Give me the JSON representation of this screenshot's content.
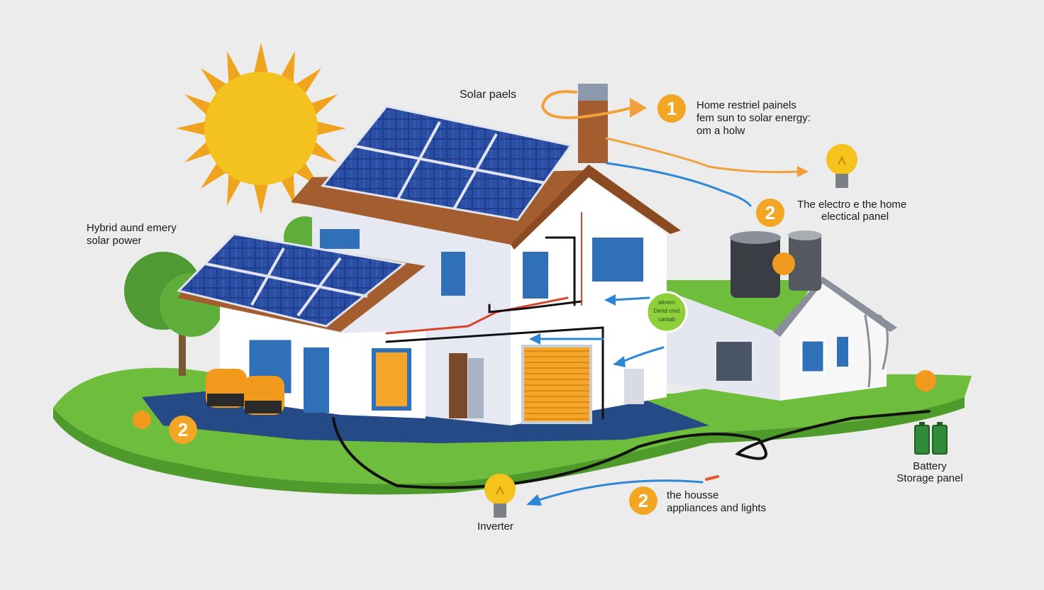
{
  "labels": {
    "solar_panels": "Solar paels",
    "step1_line1": "Home restriel painels",
    "step1_line2": "fem sun to solar energy:",
    "step1_line3": "om a holw",
    "step2_line1": "The electro e the home",
    "step2_line2": "electical panel",
    "hybrid_line1": "Hybrid aund emery",
    "hybrid_line2": "solar power",
    "battery_line1": "Battery",
    "battery_line2": "Storage panel",
    "inverter": "Inverter",
    "appliances_line1": "the housse",
    "appliances_line2": "appliances and lights",
    "green_badge_line1": "attvem",
    "green_badge_line2": "Derid cmd",
    "green_badge_line3": "cantab"
  },
  "badges": {
    "step1": "1",
    "step2_right": "2",
    "step2_bottom": "2",
    "step2_left": "2"
  },
  "colors": {
    "background": "#ececec",
    "sun": "#f3c21f",
    "sun_rays": "#f0a31d",
    "badge": "#f2a624",
    "grass": "#6fbd3c",
    "panel": "#1f3d8c",
    "roof": "#a35d2f",
    "wall": "#ffffff",
    "arrow_orange": "#f2a03a",
    "arrow_blue": "#2e86d6",
    "cable": "#111111"
  },
  "icons": [
    "sun-icon",
    "lightbulb-icon",
    "battery-icon",
    "arrow-icon"
  ]
}
